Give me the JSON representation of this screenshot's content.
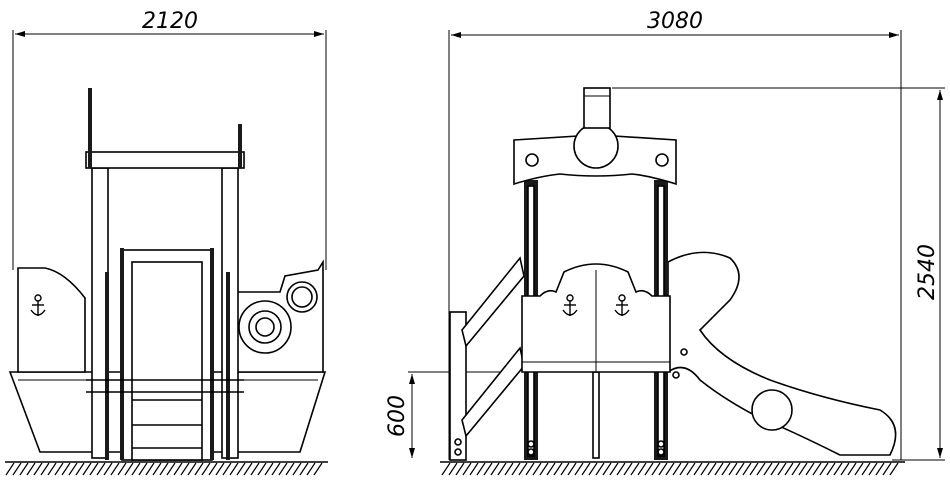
{
  "front_view": {
    "width_dimension": "2120"
  },
  "side_view": {
    "width_dimension": "3080",
    "height_dimension": "2540",
    "platform_height_dimension": "600"
  }
}
